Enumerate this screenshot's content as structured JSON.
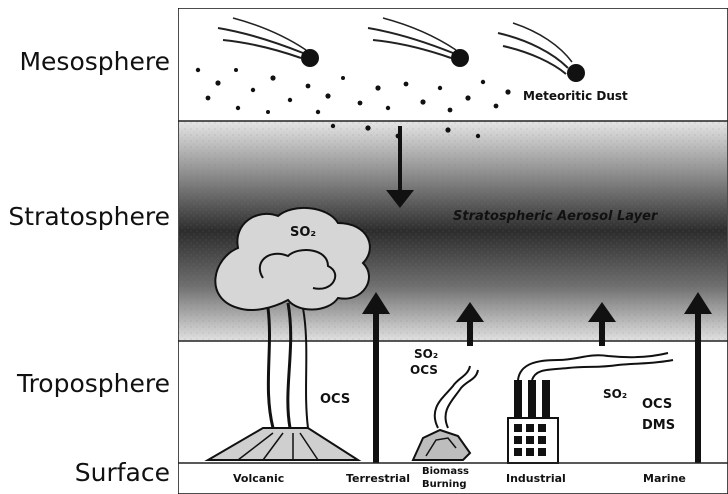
{
  "layers": [
    {
      "id": "mesosphere",
      "label": "Mesosphere"
    },
    {
      "id": "stratosphere",
      "label": "Stratosphere"
    },
    {
      "id": "troposphere",
      "label": "Troposphere"
    },
    {
      "id": "surface",
      "label": "Surface"
    }
  ],
  "annotations": {
    "meteoritic_dust": "Meteoritic Dust",
    "aerosol_layer": "Stratospheric Aerosol Layer",
    "volcano_so2": "SO₂",
    "ocs_left": "OCS",
    "biomass_so2": "SO₂",
    "biomass_ocs": "OCS",
    "industrial_so2": "SO₂",
    "marine_ocs": "OCS",
    "marine_dms": "DMS"
  },
  "sources": {
    "volcanic": "Volcanic",
    "terrestrial": "Terrestrial",
    "biomass_line1": "Biomass",
    "biomass_line2": "Burning",
    "industrial": "Industrial",
    "marine": "Marine"
  },
  "colors": {
    "ink": "#111111",
    "stratosphere_band": "#3a3a3a"
  }
}
